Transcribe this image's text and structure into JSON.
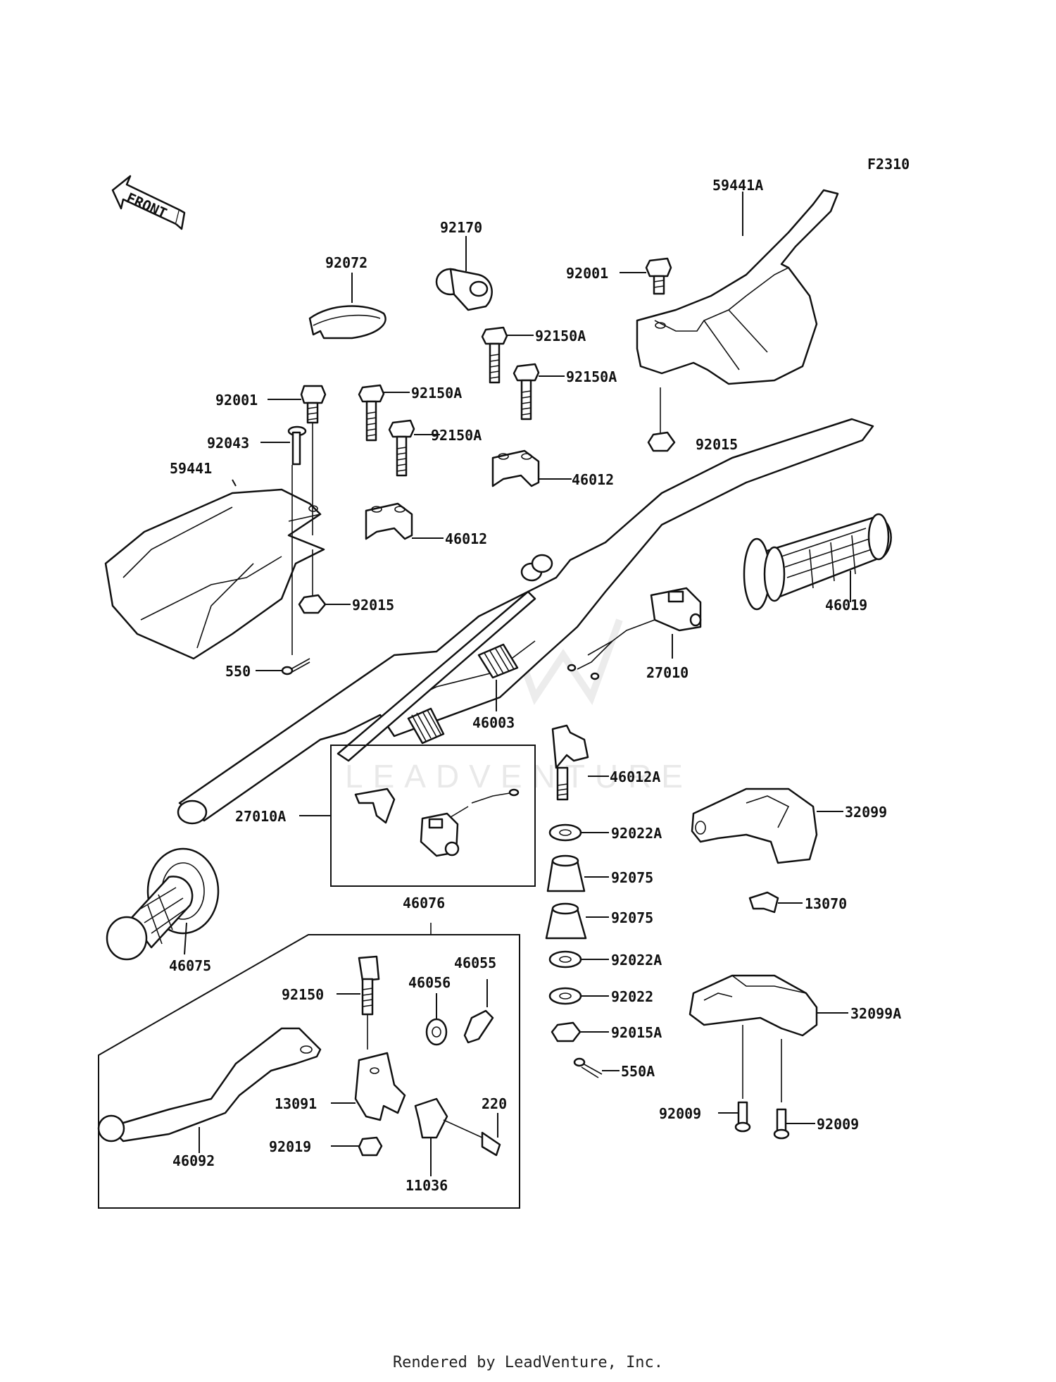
{
  "figure_code": "F2310",
  "front_label": "FRONT",
  "watermark": "LEADVENTURE",
  "footer": "Rendered by LeadVenture, Inc.",
  "callouts": [
    {
      "id": "59441A"
    },
    {
      "id": "92001"
    },
    {
      "id": "92170"
    },
    {
      "id": "92072"
    },
    {
      "id": "92150A"
    },
    {
      "id": "92015"
    },
    {
      "id": "92043"
    },
    {
      "id": "59441"
    },
    {
      "id": "46012"
    },
    {
      "id": "46019"
    },
    {
      "id": "550"
    },
    {
      "id": "27010"
    },
    {
      "id": "46003"
    },
    {
      "id": "46012A"
    },
    {
      "id": "27010A"
    },
    {
      "id": "32099"
    },
    {
      "id": "92022A"
    },
    {
      "id": "92075"
    },
    {
      "id": "13070"
    },
    {
      "id": "46076"
    },
    {
      "id": "46075"
    },
    {
      "id": "46055"
    },
    {
      "id": "46056"
    },
    {
      "id": "92150"
    },
    {
      "id": "92022"
    },
    {
      "id": "32099A"
    },
    {
      "id": "92015A"
    },
    {
      "id": "550A"
    },
    {
      "id": "13091"
    },
    {
      "id": "220"
    },
    {
      "id": "92009"
    },
    {
      "id": "92019"
    },
    {
      "id": "46092"
    },
    {
      "id": "11036"
    }
  ]
}
